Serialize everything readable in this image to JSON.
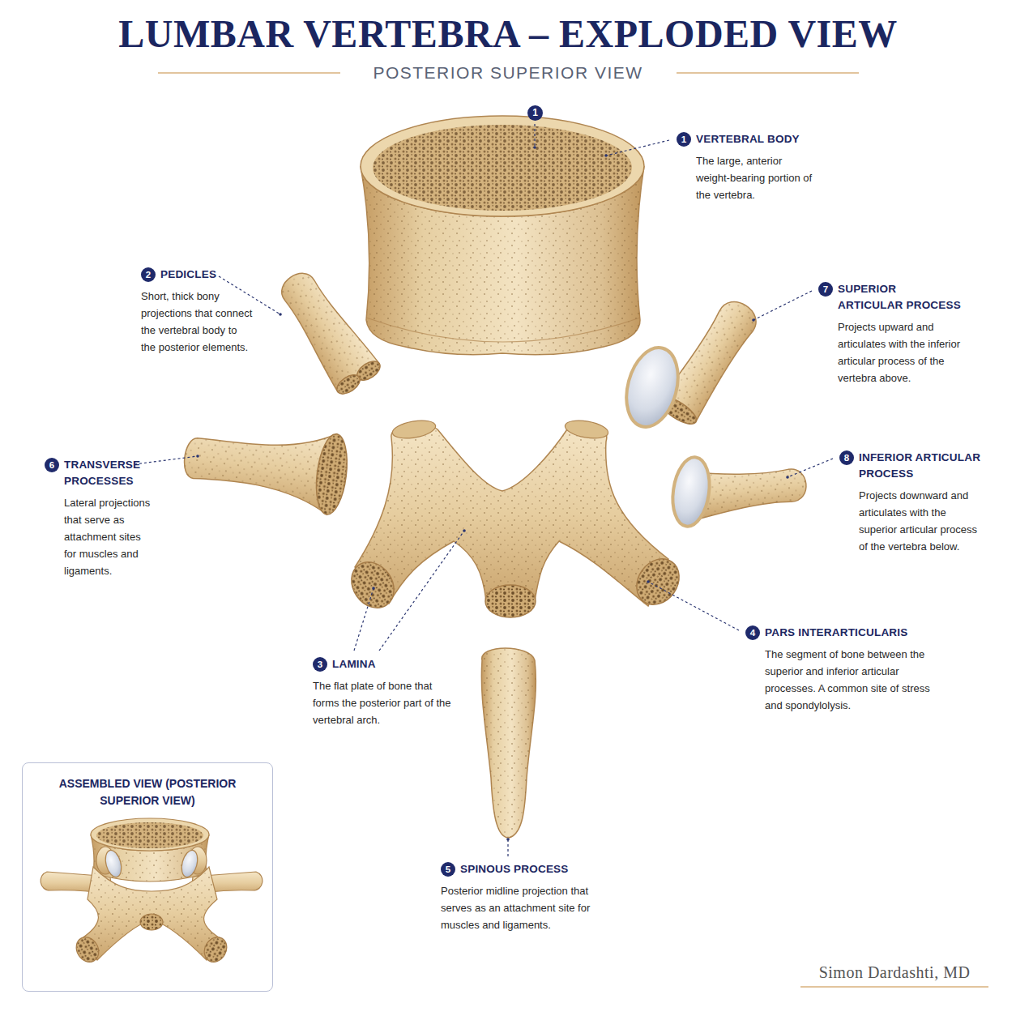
{
  "diagram": {
    "title": "LUMBAR VERTEBRA – EXPLODED VIEW",
    "nodes": [
      {
        "text": [
          "1"
        ]
      },
      {
        "text": [
          "1",
          "VERTEBRAL BODY",
          "The large, anterior weight-bearing portion of the vertebra."
        ]
      },
      {
        "text": [
          "2",
          "PEDICLES",
          "Short, thick bony projections that connect the vertebral body to the posterior elements."
        ]
      },
      {
        "text": [
          "7",
          "SUPERIOR ARTICULAR PROCESS",
          "Projects upward and articulates with the inferior articular process of the vertebra above."
        ]
      },
      {
        "text": [
          "8",
          "INFERIOR ARTICULAR PROCESS",
          "Projects downward and articulates with the superior articular process of the vertebra below."
        ]
      },
      {
        "text": [
          "6",
          "TRANSVERSE PROCESSES",
          "Lateral projections that serve as attachment sites for muscles and ligaments."
        ]
      },
      {
        "text": [
          "4",
          "PARS INTERARTICULARIS",
          "The segment of bone between the superior and inferior articular processes. A common site of stress and spondylolysis."
        ]
      },
      {
        "text": [
          "3",
          "LAMINA",
          "The flat plate of bone that forms the posterior part of the vertebral arch."
        ]
      },
      {
        "text": [
          "5",
          "SPINOUS PROCESS",
          "Posterior midline projection that serves as an attachment site for muscles and ligaments."
        ]
      },
      {
        "text": [
          "ASSEMBLED VIEW (POSTERIOR SUPERIOR VIEW)"
        ]
      }
    ],
    "labels": [
      "POSTERIOR SUPERIOR VIEW",
      "Simon Dardashti, MD"
    ]
  }
}
